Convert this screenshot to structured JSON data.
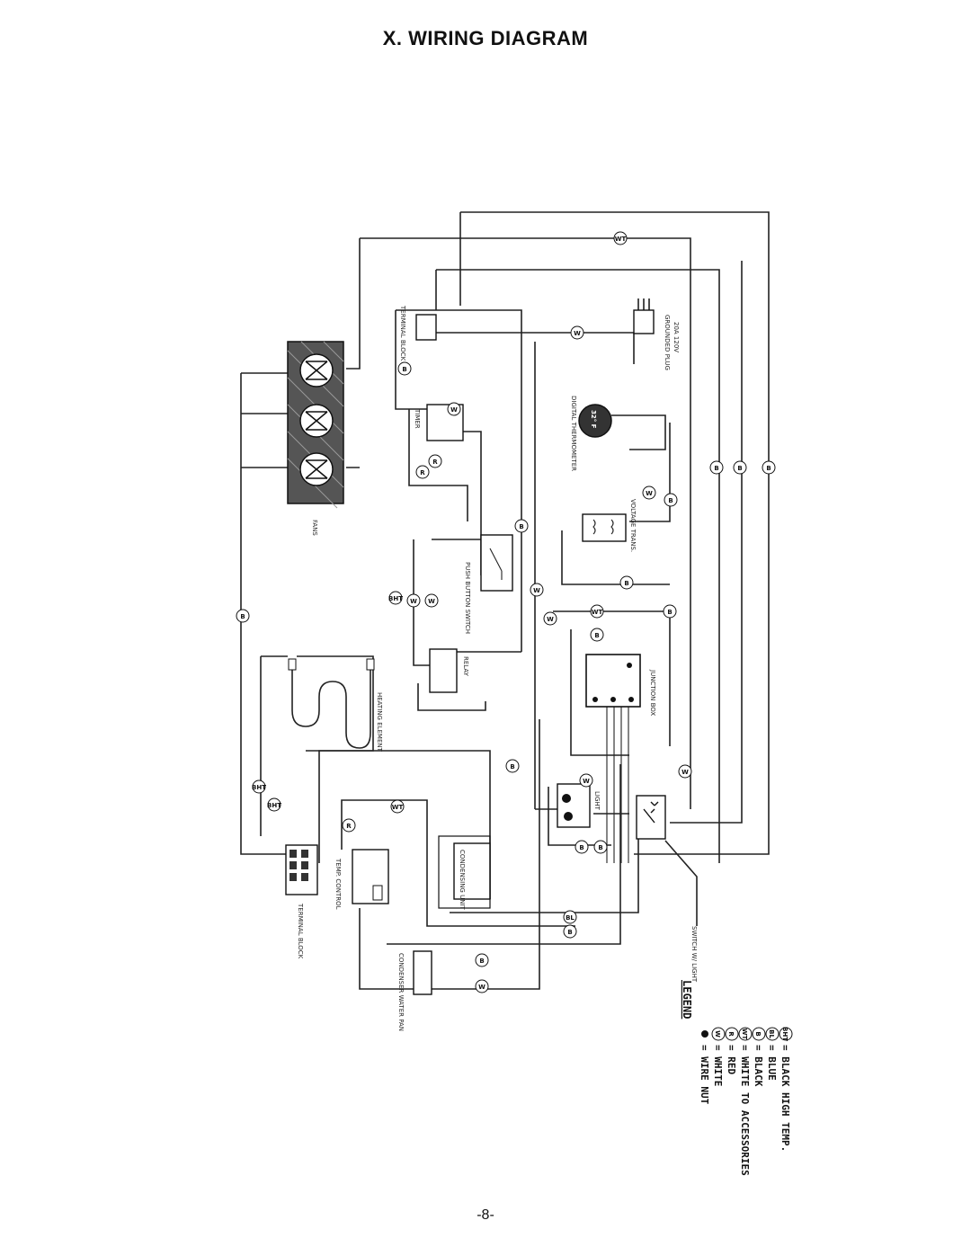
{
  "page": {
    "title": "X. WIRING DIAGRAM",
    "page_number": "-8-"
  },
  "components": {
    "fans": "FANS",
    "terminal_block_top": "TERMINAL BLOCK",
    "timer": "TIMER",
    "push_button_switch": "PUSH BUTTON SWITCH",
    "relay": "RELAY",
    "heating_element": "HEATING ELEMENT",
    "terminal_block_bottom": "TERMINAL BLOCK",
    "temp_control": "TEMP. CONTROL",
    "condensing_unit": "CONDENSING UNIT",
    "condenser_water_pan": "CONDENSER WATER PAN",
    "junction_box": "JUNCTION BOX",
    "digital_thermometer": "DIGITAL THERMOMETER",
    "thermometer_reading": "32° F",
    "voltage_trans": "VOLTAGE TRANS.",
    "grounded_plug": "GROUNDED PLUG",
    "grounded_plug_rating": "20A 120V",
    "light": "LIGHT",
    "switch_light": "SWITCH W/ LIGHT"
  },
  "legend": {
    "title": "LEGEND",
    "items": [
      {
        "symbol": "●",
        "desc": "= WIRE NUT"
      },
      {
        "symbol": "W",
        "desc": "= WHITE"
      },
      {
        "symbol": "R",
        "desc": "= RED"
      },
      {
        "symbol": "WT",
        "desc": "= WHITE TO ACCESSORIES"
      },
      {
        "symbol": "B",
        "desc": "= BLACK"
      },
      {
        "symbol": "BL",
        "desc": "= BLUE"
      },
      {
        "symbol": "BHT",
        "desc": "= BLACK HIGH TEMP."
      }
    ]
  },
  "wire_tags": {
    "w": "W",
    "b": "B",
    "r": "R",
    "wt": "WT",
    "bl": "BL",
    "bht": "BHT"
  }
}
